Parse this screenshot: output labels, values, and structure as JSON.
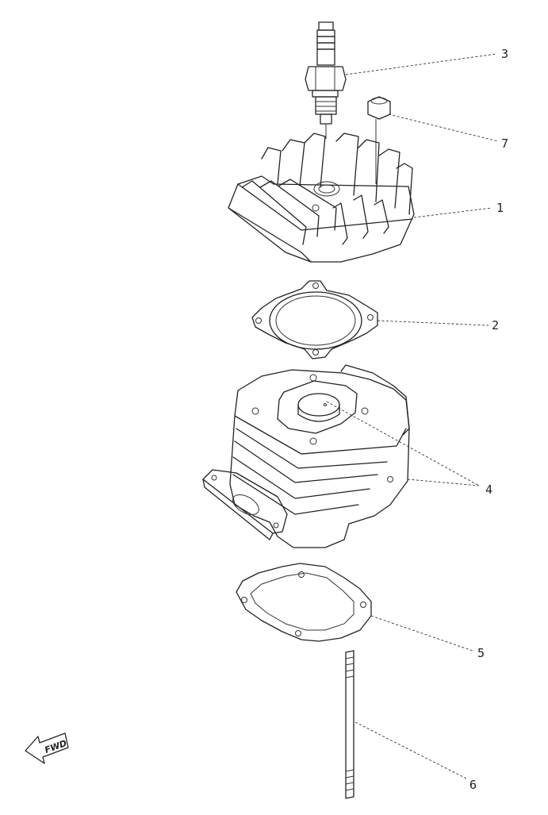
{
  "callouts": [
    {
      "id": "spark-plug",
      "number": "3"
    },
    {
      "id": "plug-cap",
      "number": "7"
    },
    {
      "id": "cylinder-head",
      "number": "1"
    },
    {
      "id": "head-gasket",
      "number": "2"
    },
    {
      "id": "cylinder",
      "number": "4"
    },
    {
      "id": "base-gasket",
      "number": "5"
    },
    {
      "id": "stud-bolt",
      "number": "6"
    }
  ],
  "fwd_indicator": {
    "label": "FWD",
    "icon": "fwd-arrow-icon"
  },
  "colors": {
    "line": "#222222",
    "background": "#ffffff"
  }
}
